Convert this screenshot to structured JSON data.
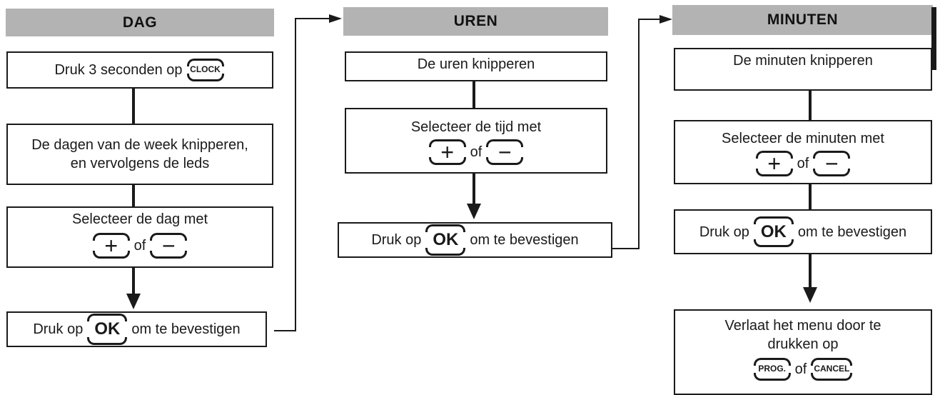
{
  "columns": {
    "dag": {
      "title": "DAG",
      "step1": {
        "text": "Druk 3 seconden op",
        "key": "CLOCK"
      },
      "step2": {
        "line1": "De dagen van de week knipperen,",
        "line2": "en vervolgens de leds"
      },
      "step3": {
        "line1": "Selecteer de dag met",
        "plus": "+",
        "of": "of",
        "minus": "−"
      },
      "step4": {
        "before": "Druk op",
        "key": "OK",
        "after": "om te bevestigen"
      }
    },
    "uren": {
      "title": "UREN",
      "step1": {
        "text": "De uren knipperen"
      },
      "step2": {
        "line1": "Selecteer de tijd met",
        "plus": "+",
        "of": "of",
        "minus": "−"
      },
      "step3": {
        "before": "Druk op",
        "key": "OK",
        "after": "om te bevestigen"
      }
    },
    "minuten": {
      "title": "MINUTEN",
      "step1": {
        "text": "De minuten knipperen"
      },
      "step2": {
        "line1": "Selecteer de minuten met",
        "plus": "+",
        "of": "of",
        "minus": "−"
      },
      "step3": {
        "before": "Druk op",
        "key": "OK",
        "after": "om te bevestigen"
      },
      "step4": {
        "line1": "Verlaat het menu door te",
        "line2": "drukken op",
        "key1": "PROG.",
        "of": "of",
        "key2": "CANCEL"
      }
    }
  }
}
